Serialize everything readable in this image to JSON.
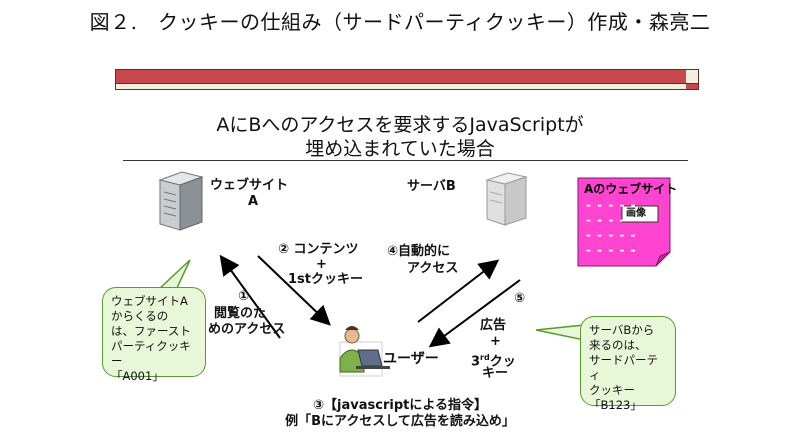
{
  "figure": {
    "title": "図２.　クッキーの仕組み（サードパーティクッキー）作成・森亮二"
  },
  "subtitle": {
    "line1": "AにBへのアクセスを要求するJavaScriptが",
    "line2": "埋め込まれていた場合"
  },
  "nodes": {
    "website_a_label_1": "ウェブサイト",
    "website_a_label_2": "A",
    "server_b_label": "サーバB",
    "user_label": "ユーザー"
  },
  "site_card": {
    "title": "Aのウェブサイト",
    "image_label": "画像",
    "dash_row": "- - - - -"
  },
  "steps": {
    "s1_num": "①",
    "s1_l1": "閲覧のた",
    "s1_l2": "めのアクセス",
    "s2_l1": "② コンテンツ",
    "s2_l2": "+",
    "s2_l3": "1stクッキー",
    "s3_l1": "③【javascriptによる指令】",
    "s3_l2": "例「Bにアクセスして広告を読み込め」",
    "s4_l1": "④自動的に",
    "s4_l2": "アクセス",
    "s5_num": "⑤",
    "s5_l1": "広告",
    "s5_l2": "+",
    "s5_l3a": "3",
    "s5_l3sup": "rd",
    "s5_l3b": "クッ",
    "s5_l4": "キー"
  },
  "callouts": {
    "left": [
      "ウェブサイトA",
      "からくるの",
      "は、ファースト",
      "パーティクッキー",
      "「A001」"
    ],
    "right": [
      "サーバBから",
      "来るのは、",
      "サードパーティ",
      "クッキー",
      "「B123」"
    ]
  },
  "colors": {
    "bar_red": "#c8474c",
    "bar_cream": "#f4eee2",
    "card_pink": "#ff44d2",
    "callout_fill": "#e9f7d9",
    "callout_border": "#5b9b2e"
  }
}
